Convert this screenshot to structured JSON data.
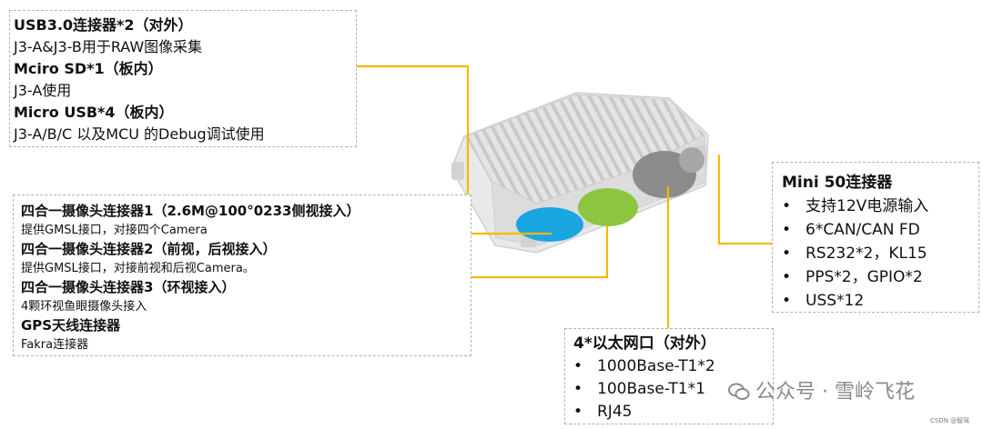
{
  "usb_box": {
    "lines": [
      "USB3.0连接器*2（对外）",
      "J3-A&J3-B用于RAW图像采集",
      "Mciro SD*1（板内）",
      "J3-A使用",
      "Micro USB*4（板内）",
      "J3-A/B/C 以及MCU 的Debug调试使用"
    ]
  },
  "camera_box": {
    "lines": [
      "四合一摄像头连接器1（2.6M@100°0233侧视接入）",
      "提供GMSL接口，对接四个Camera",
      "四合一摄像头连接器2（前视，后视接入）",
      "提供GMSL接口，对接前视和后视Camera。",
      "四合一摄像头连接器3（环视接入）",
      "4颗环视鱼眼摄像头接入",
      "GPS天线连接器",
      "Fakra连接器"
    ]
  },
  "ethernet_box": {
    "title": "4*以太网口（对外）",
    "items": [
      "1000Base-T1*2",
      "100Base-T1*1",
      "RJ45"
    ]
  },
  "mini50_box": {
    "title": "Mini 50连接器",
    "items": [
      "支持12V电源输入",
      "6*CAN/CAN FD",
      "RS232*2，KL15",
      "PPS*2，GPIO*2",
      "USS*12"
    ]
  },
  "watermark": {
    "text": "公众号 · 雪岭飞花"
  },
  "credit": {
    "text": "CSDN @智驾"
  },
  "colors": {
    "leader_line": "#f5b800",
    "port_blue": "#1aa6e0",
    "port_green": "#8cc63f",
    "port_gray": "#8c8c8c",
    "housing": "#e6e6e6"
  }
}
